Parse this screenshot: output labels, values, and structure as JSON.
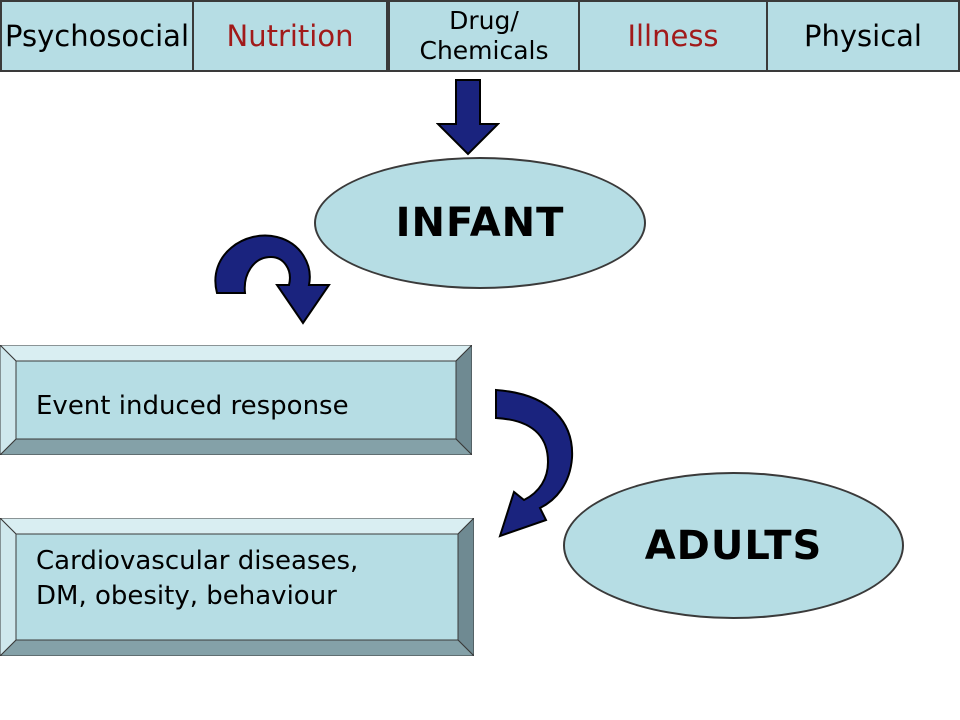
{
  "categories": [
    {
      "label": "Psychosocial",
      "color": "#000000"
    },
    {
      "label": "Nutrition",
      "color": "#a11a1a"
    },
    {
      "label": "Drug/\nChemicals",
      "color": "#000000"
    },
    {
      "label": "Illness",
      "color": "#a11a1a"
    },
    {
      "label": "Physical",
      "color": "#000000"
    }
  ],
  "nodes": {
    "infant": "INFANT",
    "adults": "ADULTS"
  },
  "boxes": {
    "event_response": "Event induced response",
    "outcomes_line1": "Cardiovascular diseases,",
    "outcomes_line2": "DM, obesity, behaviour"
  },
  "colors": {
    "fill": "#b6dde4",
    "arrow": "#1a237e",
    "accent_text": "#a11a1a"
  }
}
